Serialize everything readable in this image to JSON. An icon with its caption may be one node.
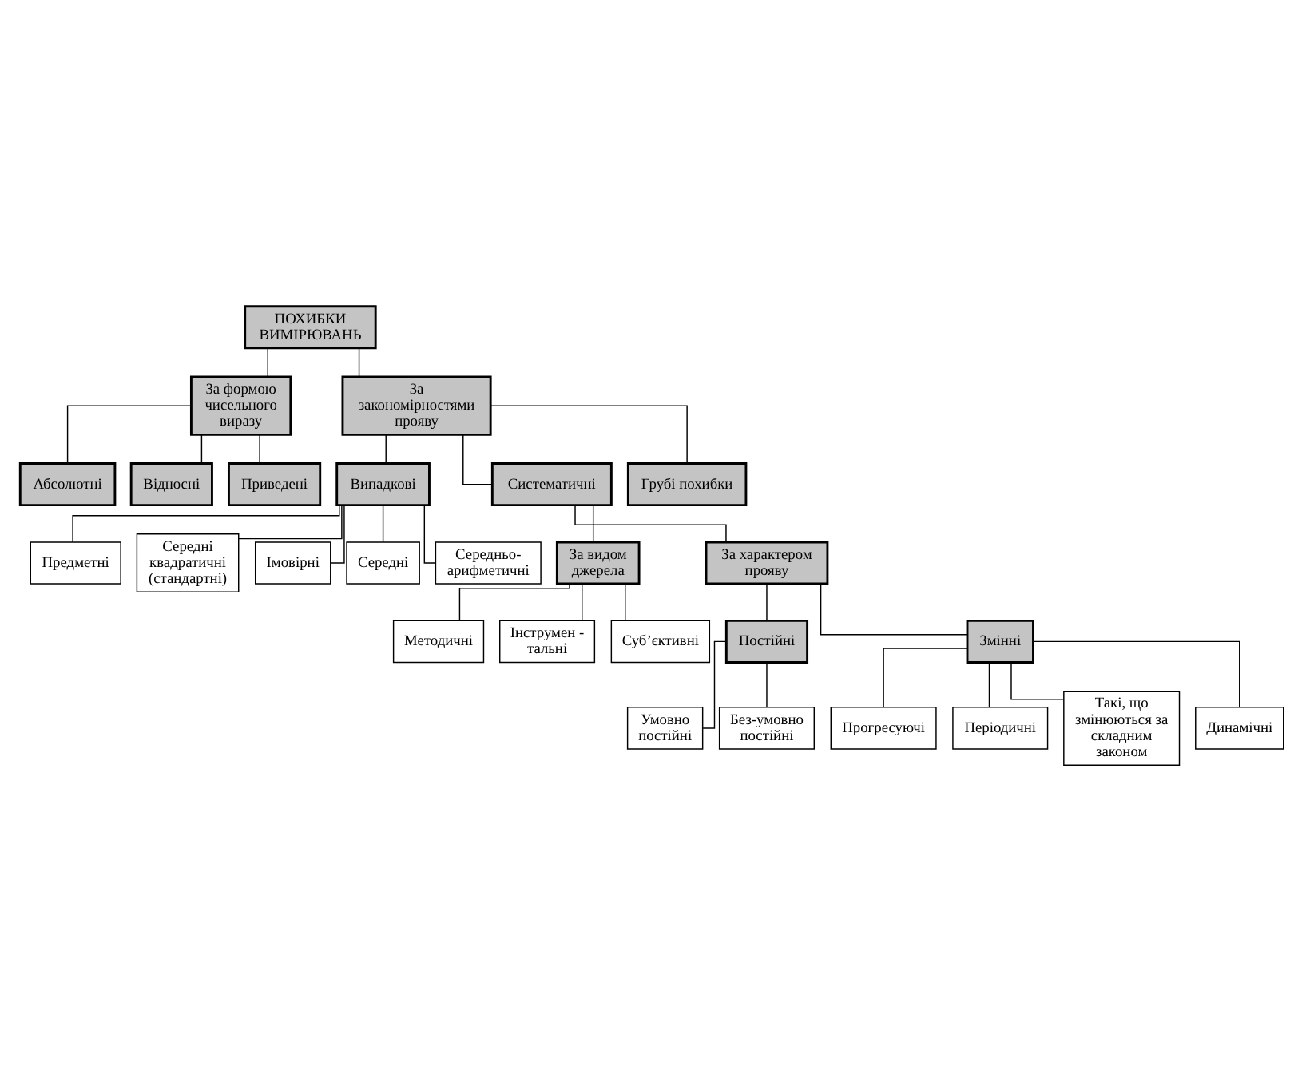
{
  "diagram": {
    "nodes": [
      {
        "text": [
          "ПОХИБКИ ВИМІРЮВАНЬ"
        ]
      },
      {
        "text": [
          "За формою чисельного виразу"
        ]
      },
      {
        "text": [
          "За закономірностями прояву"
        ]
      },
      {
        "text": [
          "Абсолютні"
        ]
      },
      {
        "text": [
          "Відносні"
        ]
      },
      {
        "text": [
          "Приведені"
        ]
      },
      {
        "text": [
          "Випадкові"
        ]
      },
      {
        "text": [
          "Систематичні"
        ]
      },
      {
        "text": [
          "Грубі похибки"
        ]
      },
      {
        "text": [
          "Предметні"
        ]
      },
      {
        "text": [
          "Середні квадратичні (стандартні)"
        ]
      },
      {
        "text": [
          "Імовірні"
        ]
      },
      {
        "text": [
          "Середні"
        ]
      },
      {
        "text": [
          "Середньо-арифметичні"
        ]
      },
      {
        "text": [
          "За видом джерела"
        ]
      },
      {
        "text": [
          "За характером прояву"
        ]
      },
      {
        "text": [
          "Методичні"
        ]
      },
      {
        "text": [
          "Інструмен - тальні"
        ]
      },
      {
        "text": [
          "Суб’єктивні"
        ]
      },
      {
        "text": [
          "Постійні"
        ]
      },
      {
        "text": [
          "Змінні"
        ]
      },
      {
        "text": [
          "Умовно постійні"
        ]
      },
      {
        "text": [
          "Без-умовно постійні"
        ]
      },
      {
        "text": [
          "Прогресуючі"
        ]
      },
      {
        "text": [
          "Періодичні"
        ]
      },
      {
        "text": [
          "Такі, що змінюються за складним законом"
        ]
      },
      {
        "text": [
          "Динамічні"
        ]
      }
    ],
    "edges": [
      {
        "from": 0,
        "to": 1,
        "arrow": "none"
      },
      {
        "from": 0,
        "to": 2,
        "arrow": "none"
      },
      {
        "from": 1,
        "to": 3,
        "arrow": "none"
      },
      {
        "from": 1,
        "to": 4,
        "arrow": "none"
      },
      {
        "from": 1,
        "to": 5,
        "arrow": "none"
      },
      {
        "from": 2,
        "to": 6,
        "arrow": "none"
      },
      {
        "from": 2,
        "to": 7,
        "arrow": "none"
      },
      {
        "from": 2,
        "to": 8,
        "arrow": "none"
      },
      {
        "from": 6,
        "to": 9,
        "arrow": "none"
      },
      {
        "from": 6,
        "to": 10,
        "arrow": "none"
      },
      {
        "from": 6,
        "to": 11,
        "arrow": "none"
      },
      {
        "from": 6,
        "to": 12,
        "arrow": "none"
      },
      {
        "from": 6,
        "to": 13,
        "arrow": "none"
      },
      {
        "from": 7,
        "to": 14,
        "arrow": "none"
      },
      {
        "from": 7,
        "to": 15,
        "arrow": "none"
      },
      {
        "from": 14,
        "to": 16,
        "arrow": "none"
      },
      {
        "from": 14,
        "to": 17,
        "arrow": "none"
      },
      {
        "from": 14,
        "to": 18,
        "arrow": "none"
      },
      {
        "from": 15,
        "to": 19,
        "arrow": "none"
      },
      {
        "from": 15,
        "to": 20,
        "arrow": "none"
      },
      {
        "from": 19,
        "to": 21,
        "arrow": "none"
      },
      {
        "from": 19,
        "to": 22,
        "arrow": "none"
      },
      {
        "from": 20,
        "to": 23,
        "arrow": "none"
      },
      {
        "from": 20,
        "to": 24,
        "arrow": "none"
      },
      {
        "from": 20,
        "to": 25,
        "arrow": "none"
      },
      {
        "from": 20,
        "to": 26,
        "arrow": "none"
      }
    ]
  }
}
